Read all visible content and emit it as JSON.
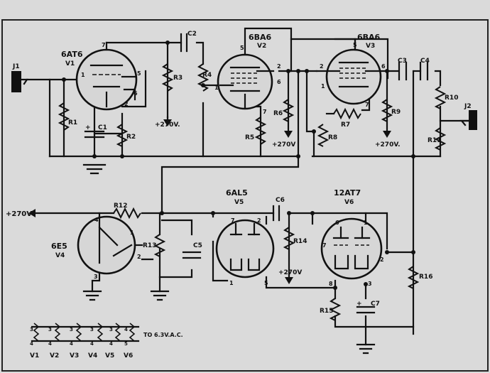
{
  "tubes": {
    "v1": {
      "type": "6AT6",
      "ref": "V1",
      "pins": [
        "7",
        "1",
        "5",
        "6",
        "2"
      ]
    },
    "v2": {
      "type": "6BA6",
      "ref": "V2",
      "pins": [
        "5",
        "1",
        "2",
        "6",
        "7"
      ]
    },
    "v3": {
      "type": "6BA6",
      "ref": "V3",
      "pins": [
        "2",
        "5",
        "1",
        "6",
        "7"
      ]
    },
    "v4": {
      "type": "6E5",
      "ref": "V4",
      "pins": [
        "4",
        "1",
        "2",
        "3"
      ]
    },
    "v5": {
      "type": "6AL5",
      "ref": "V5",
      "pins": [
        "7",
        "2",
        "1",
        "5"
      ]
    },
    "v6": {
      "type": "12AT7",
      "ref": "V6",
      "pins": [
        "6",
        "1",
        "7",
        "2",
        "8",
        "3"
      ]
    }
  },
  "resistors": {
    "r1": "R1",
    "r2": "R2",
    "r3": "R3",
    "r4": "R4",
    "r5": "R5",
    "r6": "R6",
    "r7": "R7",
    "r8": "R8",
    "r9": "R9",
    "r10": "R10",
    "r11": "R11",
    "r12": "R12",
    "r13": "R13",
    "r14": "R14",
    "r15": "R15",
    "r16": "R16"
  },
  "capacitors": {
    "c1": "C1",
    "c2": "C2",
    "c3": "C3",
    "c4": "C4",
    "c5": "C5",
    "c6": "C6",
    "c7": "C7"
  },
  "jacks": {
    "j1": "J1",
    "j2": "J2"
  },
  "supply": {
    "b_plus_r3": "+270V.",
    "b_plus_r6": "+270V",
    "b_plus_r9": "+270V.",
    "b_plus_v4": "+270V",
    "b_plus_r14": "+270V"
  },
  "heater": {
    "label": "TO 6.3V.A.C.",
    "tubes": [
      "V1",
      "V2",
      "V3",
      "V4",
      "V5",
      "V6"
    ],
    "pins": [
      "3",
      "4",
      "3",
      "4",
      "3",
      "4",
      "3",
      "4",
      "3",
      "4",
      "4",
      "5"
    ]
  },
  "polarity": {
    "c1": "+",
    "c7": "+"
  }
}
